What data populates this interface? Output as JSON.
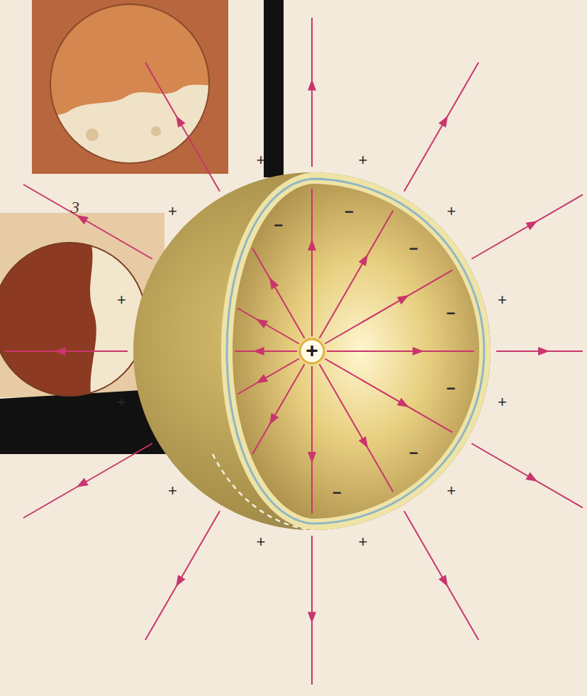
{
  "diagram": {
    "labels": [
      "+",
      "+",
      "+",
      "+",
      "+",
      "+",
      "+",
      "+",
      "+",
      "+",
      "+",
      "+",
      "+",
      "−",
      "−",
      "−",
      "−",
      "−",
      "−",
      "−",
      "3"
    ]
  }
}
